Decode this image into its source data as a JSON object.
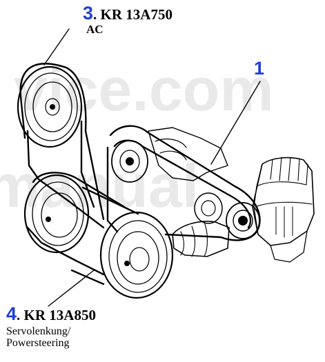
{
  "colors": {
    "accent_number": "#1f3fd6",
    "ink": "#000000",
    "watermark": "#e9e9e9"
  },
  "watermark": {
    "line1": "vice.com",
    "line2": "manual"
  },
  "callouts": [
    {
      "number": "3",
      "code": ". KR 13A750",
      "label": "AC"
    },
    {
      "number": "1",
      "code": "",
      "label": ""
    },
    {
      "number": "4",
      "code": ". KR 13A850",
      "label_line1": "Servolenkung/",
      "label_line2": "Powersteering"
    }
  ]
}
